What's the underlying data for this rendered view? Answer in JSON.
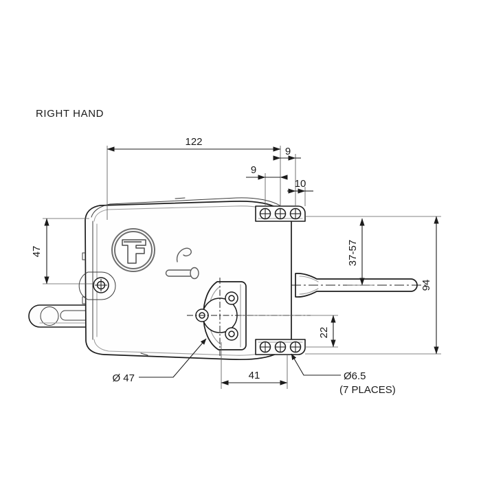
{
  "drawing": {
    "title": "RIGHT HAND",
    "type": "engineering-dimension-drawing",
    "subject": "valve actuator side view",
    "units_note": "",
    "dimensions": {
      "overall_length": "122",
      "flange_offset_upper_a": "9",
      "flange_offset_upper_b": "9",
      "flange_offset_upper_c": "10",
      "height_left": "47",
      "overall_height": "94",
      "shaft_height": "37-57",
      "lower_flange_offset": "22",
      "lower_hole_spacing": "41"
    },
    "notes": {
      "bore_diameter": "Ø 47",
      "hole_diameter": "Ø6.5",
      "hole_count": "(7 PLACES)"
    },
    "labels": {
      "logo_mark": "F",
      "lever_symbol": "manual-override-lever"
    },
    "colors": {
      "line": "#1c1c1c",
      "thin_line": "#5a5a5a",
      "soft_line": "#9a9a9a",
      "background": "#ffffff"
    }
  }
}
